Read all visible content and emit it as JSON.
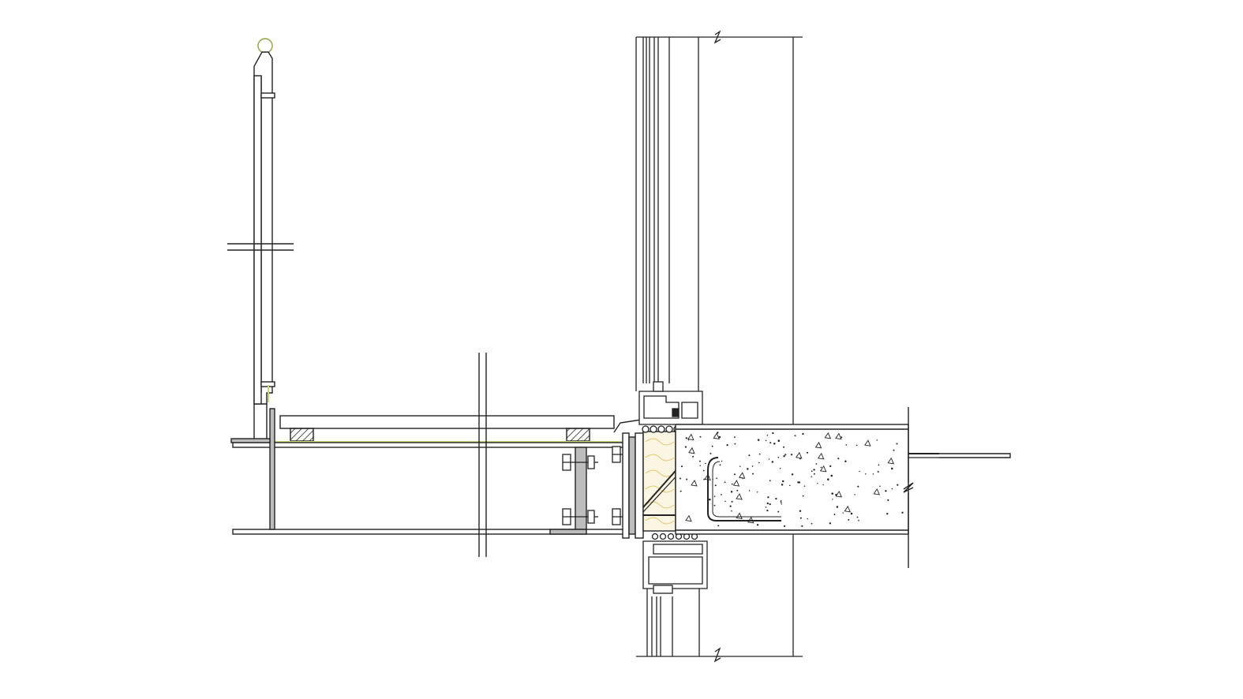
{
  "drawing": {
    "background_color": "#ffffff",
    "line_color": "#222222",
    "steel_fill_color": "#bdbdbd",
    "insulation_fill_color": "#fbf6e4",
    "insulation_line_color": "#e3c86a",
    "membrane_color": "#c9d97a",
    "concrete_fill_color": "#ffffff",
    "components": [
      "guardrail-post",
      "guardrail-top-rail-cap",
      "balcony-deck-plank",
      "deck-support-pads",
      "steel-channel-beam",
      "bolted-connection-plate",
      "thermal-break-insulation",
      "window-frame-upper",
      "window-frame-lower",
      "concrete-floor-slab",
      "slab-reinforcing-bar",
      "tie-rod",
      "break-lines"
    ]
  }
}
